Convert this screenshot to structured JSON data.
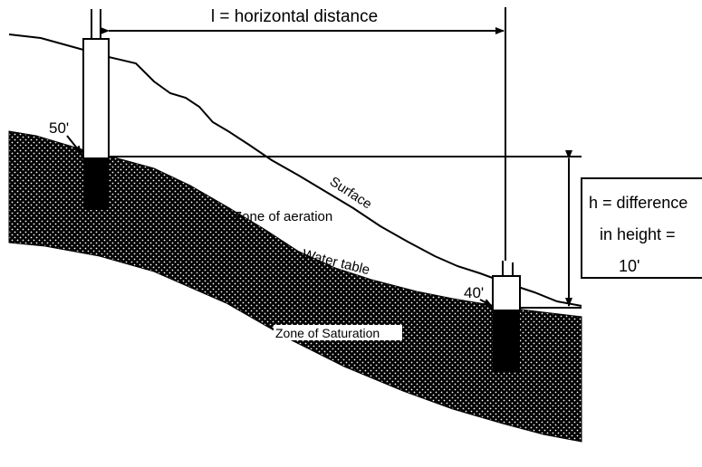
{
  "labels": {
    "horizontal_distance": "l = horizontal distance",
    "well_left_depth": "50'",
    "well_right_depth": "40'",
    "surface": "Surface",
    "zone_aeration": "Zone of aeration",
    "water_table": "Water table",
    "zone_saturation": "Zone of Saturation",
    "height_line1": "h = difference",
    "height_line2": "in height =",
    "height_line3": "10'"
  },
  "colors": {
    "ink": "#000000",
    "background": "#ffffff"
  }
}
